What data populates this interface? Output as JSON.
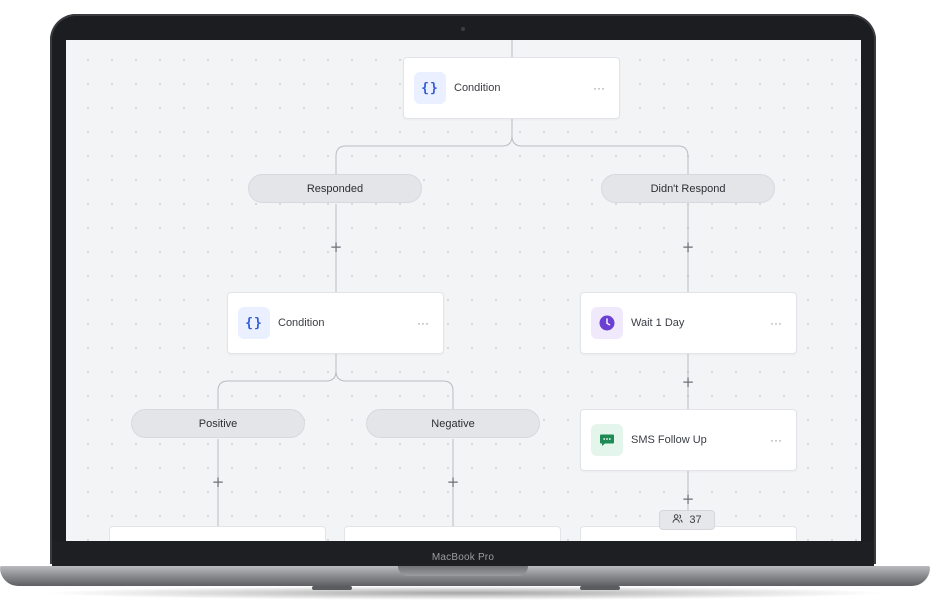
{
  "device": {
    "brand_label": "MacBook Pro"
  },
  "flow": {
    "top_condition": {
      "label": "Condition",
      "icon": "braces-icon",
      "menu": "···"
    },
    "branch_responded": {
      "label": "Responded"
    },
    "branch_didnt_respond": {
      "label": "Didn't Respond"
    },
    "left_condition": {
      "label": "Condition",
      "icon": "braces-icon",
      "menu": "···"
    },
    "wait_step": {
      "label": "Wait 1 Day",
      "icon": "clock-icon",
      "menu": "···"
    },
    "sms_step": {
      "label": "SMS Follow Up",
      "icon": "chat-bubble-icon",
      "menu": "···"
    },
    "branch_positive": {
      "label": "Positive"
    },
    "branch_negative": {
      "label": "Negative"
    },
    "add_step_symbol": "+",
    "audience_count": {
      "value": "37",
      "icon": "users-icon"
    }
  },
  "colors": {
    "canvas_bg": "#f3f4f6",
    "condition_accent": "#2f5bd8",
    "wait_accent": "#6a3fd1",
    "sms_accent": "#1f8a55"
  }
}
